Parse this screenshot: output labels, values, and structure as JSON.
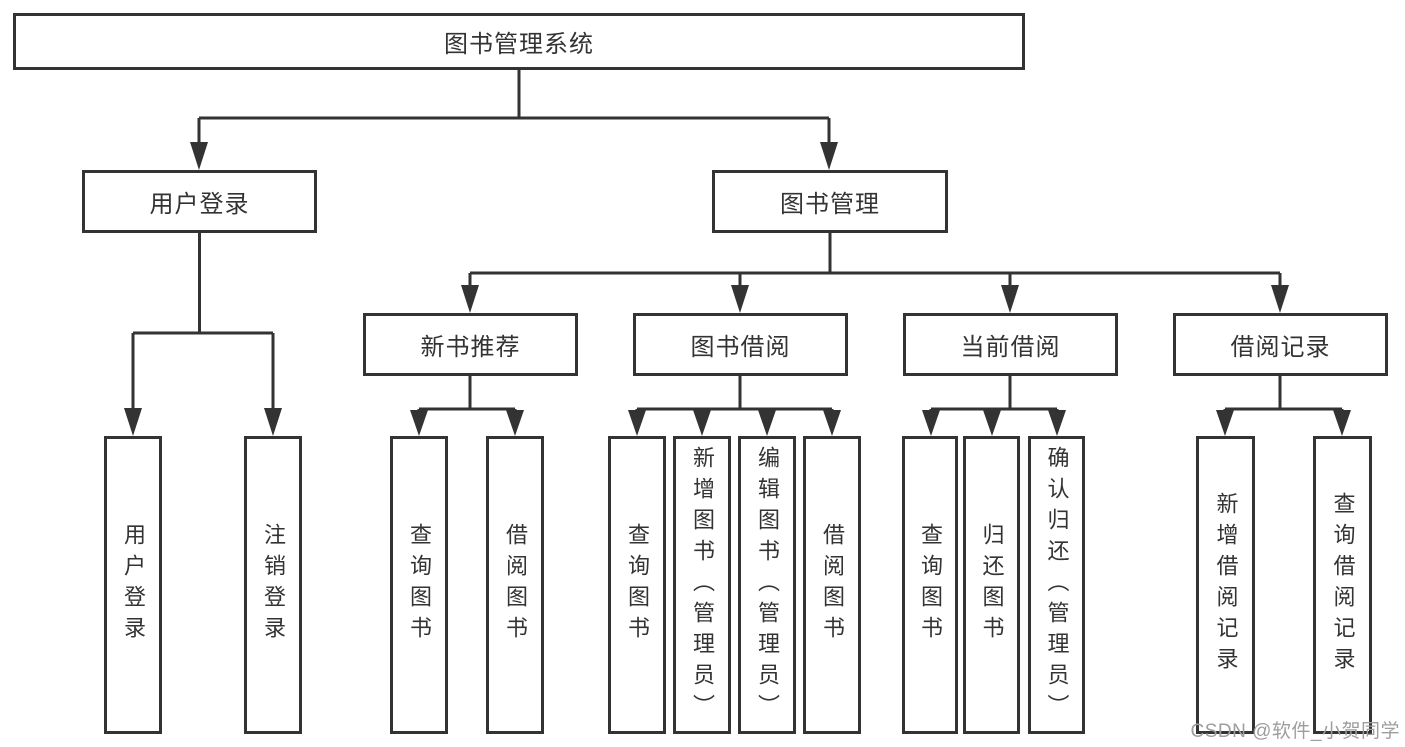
{
  "colors": {
    "line": "#333333",
    "box_border": "#333333",
    "text": "#333333",
    "background": "#ffffff",
    "watermark_text": "#9e9e9e"
  },
  "watermark": {
    "text": "CSDN @软件_小贺同学"
  },
  "tree": {
    "label": "图书管理系统",
    "children": [
      {
        "label": "用户登录",
        "children": [
          {
            "label": "用户登录"
          },
          {
            "label": "注销登录"
          }
        ]
      },
      {
        "label": "图书管理",
        "children": [
          {
            "label": "新书推荐",
            "children": [
              {
                "label": "查询图书"
              },
              {
                "label": "借阅图书"
              }
            ]
          },
          {
            "label": "图书借阅",
            "children": [
              {
                "label": "查询图书"
              },
              {
                "label": "新增图书（管理员）"
              },
              {
                "label": "编辑图书（管理员）"
              },
              {
                "label": "借阅图书"
              }
            ]
          },
          {
            "label": "当前借阅",
            "children": [
              {
                "label": "查询图书"
              },
              {
                "label": "归还图书"
              },
              {
                "label": "确认归还（管理员）"
              }
            ]
          },
          {
            "label": "借阅记录",
            "children": [
              {
                "label": "新增借阅记录"
              },
              {
                "label": "查询借阅记录"
              }
            ]
          }
        ]
      }
    ]
  }
}
